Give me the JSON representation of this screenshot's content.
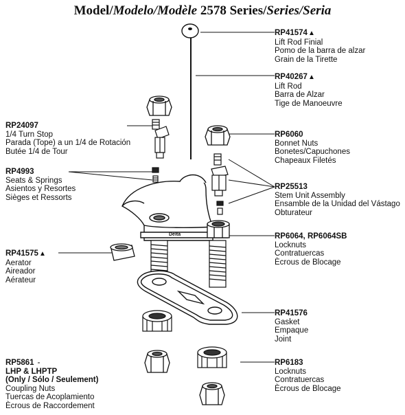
{
  "title": {
    "model": "Model/",
    "modelo": "Modelo/",
    "modele": "Modèle",
    "series_num": "2578 Series/",
    "series_es": "Series/",
    "seria": "Seria"
  },
  "faucet_brand": "Delta",
  "triangle_mark": "▲",
  "parts": [
    {
      "pn": "RP41574",
      "tri": true,
      "lines": [
        "Lift Rod Finial",
        "Pomo de la barra de alzar",
        "Grain de la Tirette"
      ]
    },
    {
      "pn": "RP40267",
      "tri": true,
      "lines": [
        "Lift Rod",
        "Barra de Alzar",
        "Tige de Manoeuvre"
      ]
    },
    {
      "pn": "RP24097",
      "tri": false,
      "lines": [
        "1/4 Turn Stop",
        "Parada (Tope) a un 1/4 de Rotación",
        "Butée 1/4 de Tour"
      ]
    },
    {
      "pn": "RP6060",
      "tri": false,
      "lines": [
        "Bonnet Nuts",
        "Bonetes/Capuchones",
        "Chapeaux Filetés"
      ]
    },
    {
      "pn": "RP4993",
      "tri": false,
      "lines": [
        "Seats & Springs",
        "Asientos y Resortes",
        "Sièges et Ressorts"
      ]
    },
    {
      "pn": "RP25513",
      "tri": false,
      "lines": [
        "Stem Unit Assembly",
        "Ensamble de la Unidad del Vástago",
        "Obturateur"
      ]
    },
    {
      "pn": "RP6064, RP6064SB",
      "tri": false,
      "lines": [
        "Locknuts",
        "Contratuercas",
        "Ècrous de Blocage"
      ]
    },
    {
      "pn": "RP41575",
      "tri": true,
      "lines": [
        "Aerator",
        "Aireador",
        "Aérateur"
      ]
    },
    {
      "pn": "RP41576",
      "tri": false,
      "lines": [
        "Gasket",
        "Empaque",
        "Joint"
      ]
    },
    {
      "pn": "RP5861",
      "tri": false,
      "note": [
        "LHP & LHPTP",
        "(Only / Sólo / Seulement)"
      ],
      "lines": [
        "Coupling Nuts",
        "Tuercas de Acoplamiento",
        "Ècrous de Raccordement"
      ]
    },
    {
      "pn": "RP6183",
      "tri": false,
      "lines": [
        "Locknuts",
        "Contratuercas",
        "Ècrous de Blocage"
      ]
    }
  ]
}
